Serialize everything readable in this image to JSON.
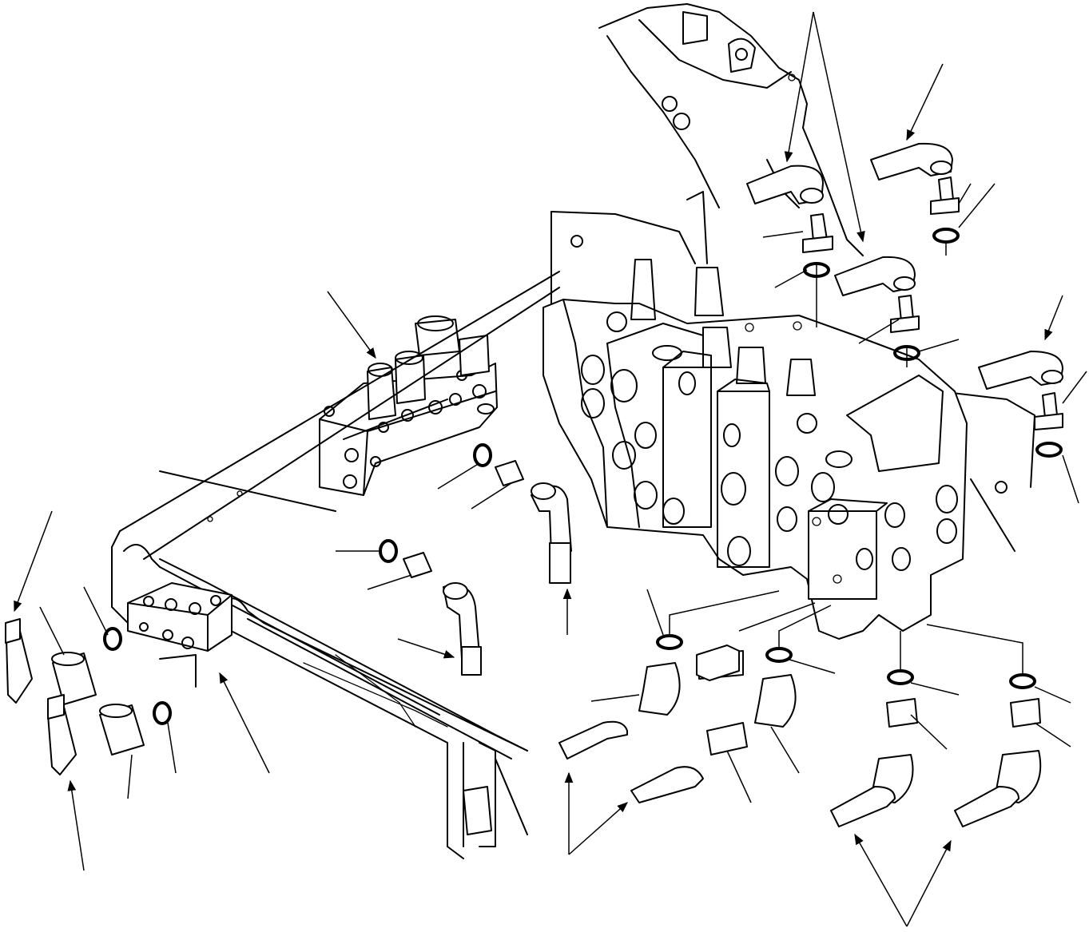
{
  "diagram": {
    "callout_arrows": 15,
    "leader_lines": 24,
    "components": [
      "frame-bracket",
      "main-control-valve",
      "solenoid-valve-block",
      "junction-block",
      "elbow-fittings",
      "straight-connectors",
      "o-rings",
      "hose-ends",
      "mounting-rail"
    ]
  }
}
